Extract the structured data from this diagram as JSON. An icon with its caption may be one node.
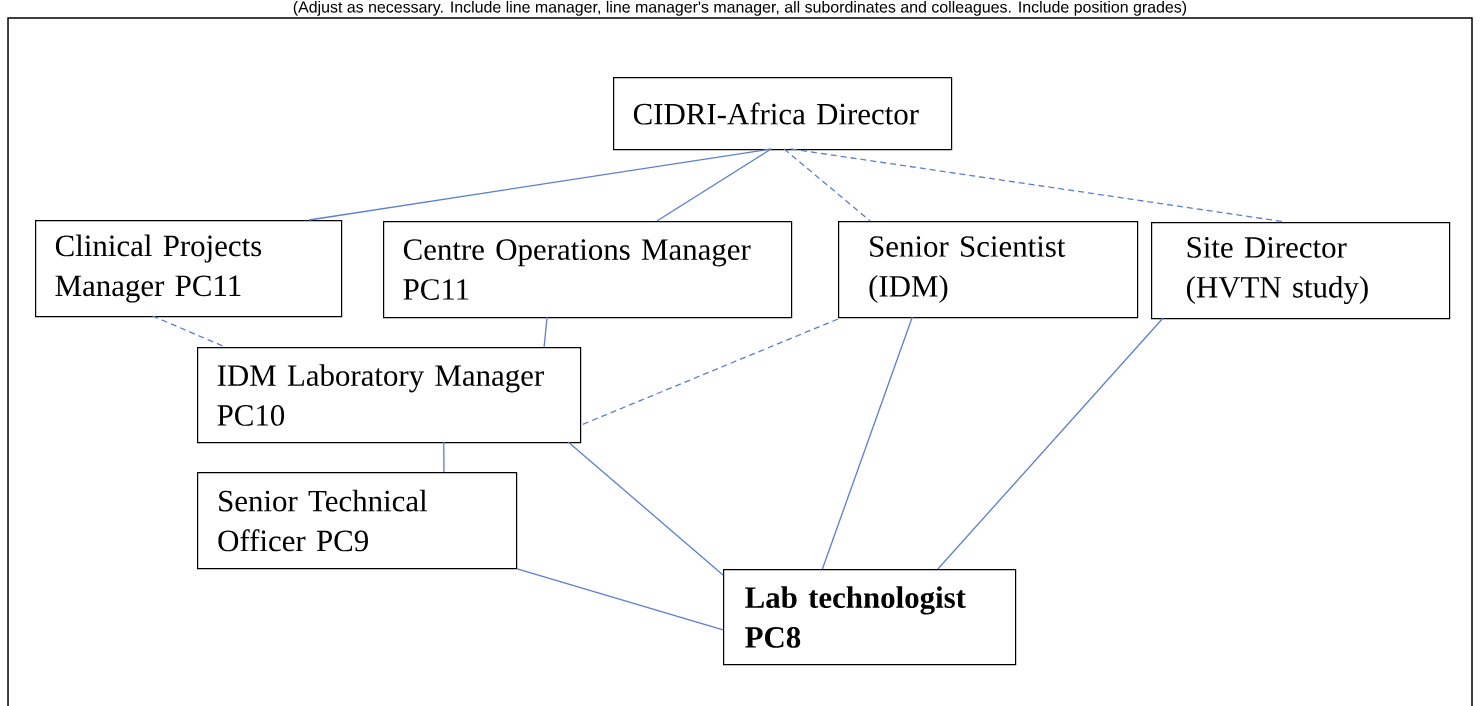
{
  "diagram": {
    "nodes": [
      {
        "text": [
          "CIDRI-Africa Director"
        ]
      },
      {
        "text": [
          "Clinical Projects Manager PC11"
        ]
      },
      {
        "text": [
          "Centre Operations Manager PC11"
        ]
      },
      {
        "text": [
          "Senior Scientist (IDM)"
        ]
      },
      {
        "text": [
          "Site Director (HVTN study)"
        ]
      },
      {
        "text": [
          "IDM Laboratory Manager PC10"
        ]
      },
      {
        "text": [
          "Senior Technical Officer PC9"
        ]
      },
      {
        "text": [
          "Lab technologist PC8"
        ]
      }
    ],
    "edges": [
      {
        "from": 0,
        "to": 1,
        "arrow": "none"
      },
      {
        "from": 0,
        "to": 2,
        "arrow": "none"
      },
      {
        "from": 0,
        "to": 3,
        "arrow": "none",
        "style": "dashed"
      },
      {
        "from": 0,
        "to": 4,
        "arrow": "none",
        "style": "dashed"
      },
      {
        "from": 1,
        "to": 5,
        "arrow": "none",
        "style": "dashed"
      },
      {
        "from": 2,
        "to": 5,
        "arrow": "none"
      },
      {
        "from": 3,
        "to": 5,
        "arrow": "none",
        "style": "dashed"
      },
      {
        "from": 5,
        "to": 6,
        "arrow": "none"
      },
      {
        "from": 5,
        "to": 7,
        "arrow": "none"
      },
      {
        "from": 3,
        "to": 7,
        "arrow": "none"
      },
      {
        "from": 4,
        "to": 7,
        "arrow": "none"
      },
      {
        "from": 6,
        "to": 7,
        "arrow": "none"
      }
    ],
    "labels": [
      "(Adjust as necessary. Include line manager, line manager's manager, all subordinates and colleagues. Include position grades)"
    ]
  }
}
